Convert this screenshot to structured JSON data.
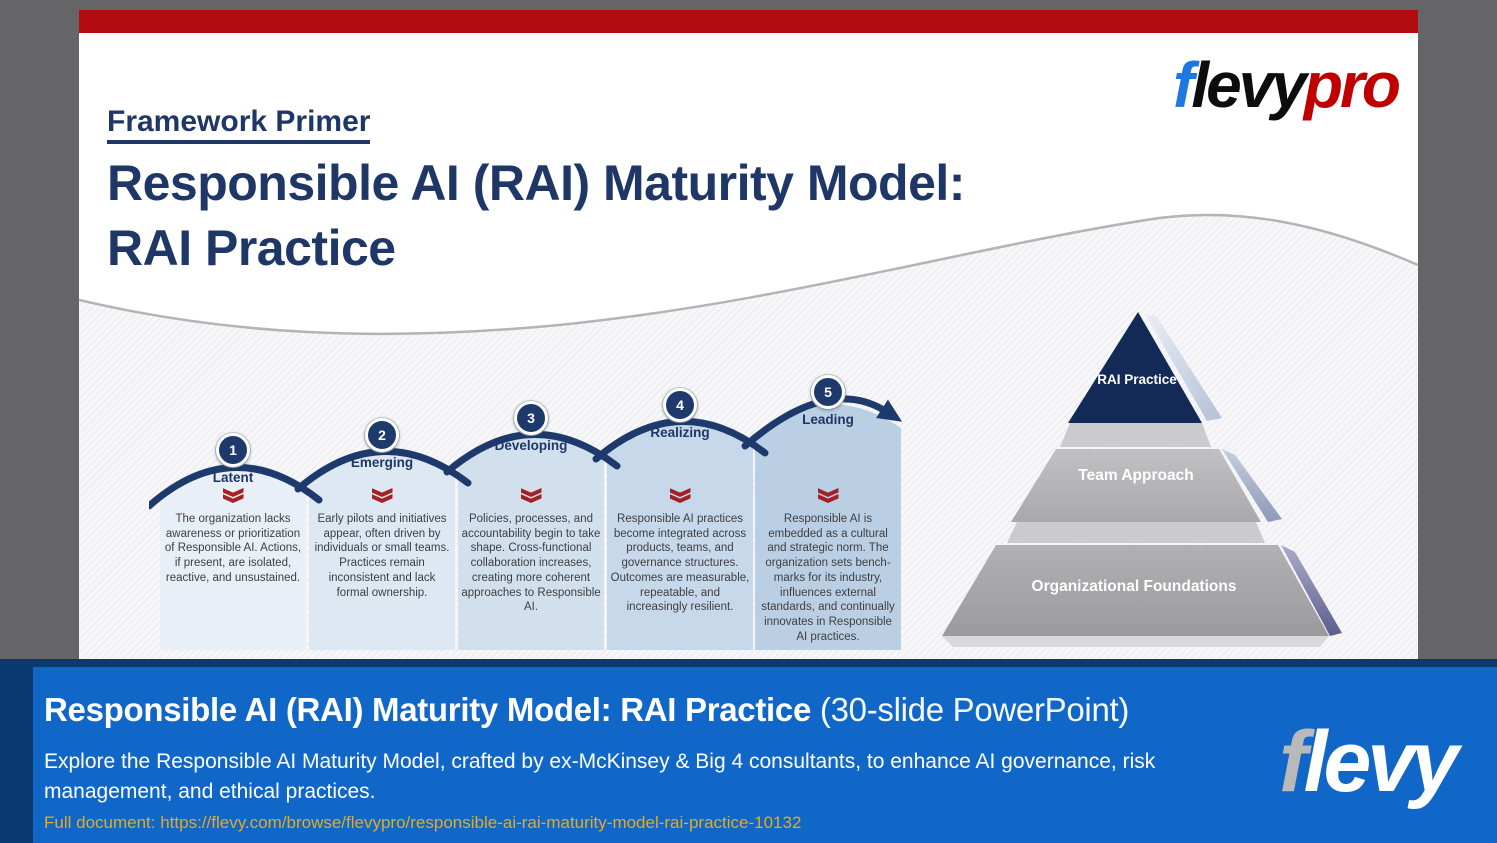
{
  "slide": {
    "eyebrow": "Framework Primer",
    "title_line1": "Responsible AI (RAI) Maturity Model:",
    "title_line2": "RAI Practice",
    "logo": {
      "f": "f",
      "levy": "levy",
      "pro": "pro"
    },
    "stages": [
      {
        "number": "1",
        "name": "Latent",
        "description": "The organization lacks awareness or prioritization of Responsible AI. Actions, if present, are isolated, reactive, and unsustained."
      },
      {
        "number": "2",
        "name": "Emerging",
        "description": "Early pilots and initiatives appear, often driven by individuals or small teams. Practices remain inconsistent and lack formal ownership."
      },
      {
        "number": "3",
        "name": "Developing",
        "description": "Policies, processes, and accountability begin to take shape. Cross-functional collaboration increases, creating more coherent approaches to Responsible AI."
      },
      {
        "number": "4",
        "name": "Realizing",
        "description": "Responsible AI practices become integrated across products, teams, and governance structures. Outcomes are measurable, repeatable, and increasingly resilient."
      },
      {
        "number": "5",
        "name": "Leading",
        "description": "Responsible AI is embedded as a cultural and strategic norm. The organization sets bench-marks for its industry, influences external standards, and continually innovates in Responsible AI practices."
      }
    ],
    "pyramid": {
      "levels": [
        {
          "label": "RAI Practice"
        },
        {
          "label": "Team Approach"
        },
        {
          "label": "Organizational Foundations"
        }
      ]
    }
  },
  "banner": {
    "title_bold": "Responsible AI (RAI) Maturity Model: RAI Practice",
    "title_suffix": " (30-slide PowerPoint)",
    "description": "Explore the Responsible AI Maturity Model, crafted by ex-McKinsey & Big 4 consultants, to enhance AI governance, risk management, and ethical practices.",
    "link": "Full document: https://flevy.com/browse/flevypro/responsible-ai-rai-maturity-model-rai-practice-10132",
    "logo": {
      "f": "f",
      "levy": "levy"
    }
  },
  "colors": {
    "accent_red": "#b20c0e",
    "navy": "#1e3767",
    "banner_blue": "#1167c8",
    "banner_navy": "#0a3a70",
    "link_yellow": "#e2ab24",
    "stage_fills": [
      "#e9eff6",
      "#dde8f2",
      "#d2e0ee",
      "#c6d8e9",
      "#bacfe4"
    ]
  }
}
